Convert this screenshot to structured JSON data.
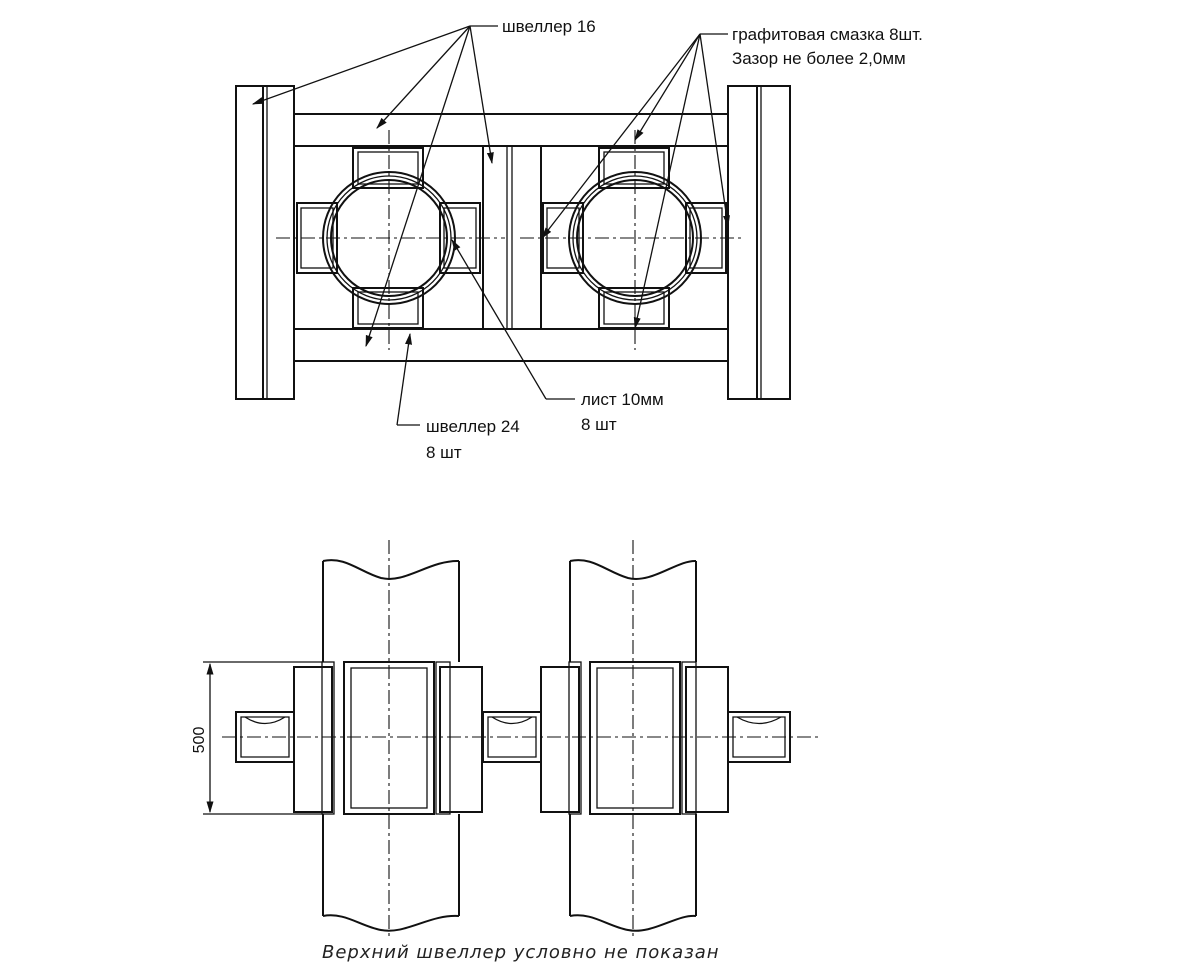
{
  "labels": {
    "channel16": "швеллер 16",
    "graphite_line1": "графитовая смазка 8шт.",
    "graphite_line2": "Зазор не более 2,0мм",
    "sheet_line1": "лист 10мм",
    "sheet_line2": "8 шт",
    "channel24_line1": "швеллер 24",
    "channel24_line2": "8 шт"
  },
  "dimension": "500",
  "caption": "Верхний швеллер условно не показан"
}
